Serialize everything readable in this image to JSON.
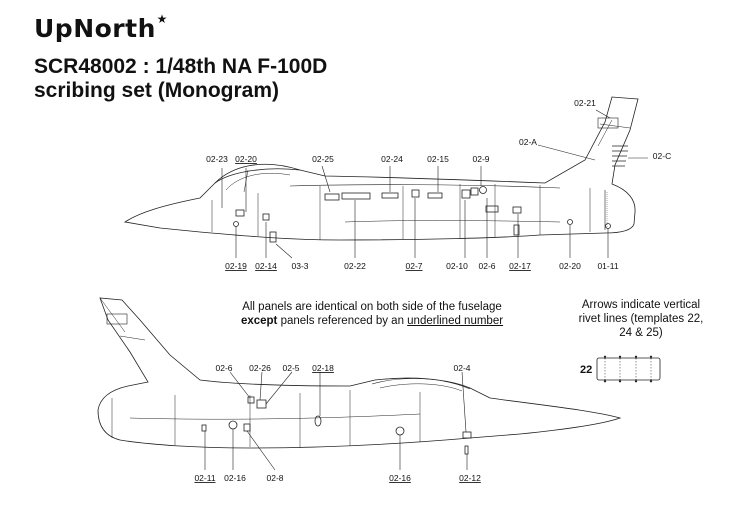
{
  "brand": {
    "name": "UpNorth",
    "star": "★"
  },
  "title": {
    "line1": "SCR48002 : 1/48th NA F-100D",
    "line2": "scribing set (Monogram)"
  },
  "note": {
    "line1": "All panels are identical on both side of the fuselage",
    "except": "except",
    "rest": " panels referenced by an ",
    "underlined": "underlined number"
  },
  "arrows_note": {
    "line1": "Arrows indicate vertical",
    "line2": "rivet lines (templates 22,",
    "line3": "24 & 25)"
  },
  "template_22_label": "22",
  "top_labels_above": [
    {
      "text": "02-21",
      "underline": false
    },
    {
      "text": "02-A",
      "underline": false
    },
    {
      "text": "02-C",
      "underline": false
    },
    {
      "text": "02-23",
      "underline": false
    },
    {
      "text": "02-20",
      "underline": true
    },
    {
      "text": "02-25",
      "underline": false
    },
    {
      "text": "02-24",
      "underline": false
    },
    {
      "text": "02-15",
      "underline": false
    },
    {
      "text": "02-9",
      "underline": false
    }
  ],
  "top_labels_below": [
    {
      "text": "02-19",
      "underline": true
    },
    {
      "text": "02-14",
      "underline": true
    },
    {
      "text": "03-3",
      "underline": false
    },
    {
      "text": "02-22",
      "underline": false
    },
    {
      "text": "02-7",
      "underline": true
    },
    {
      "text": "02-10",
      "underline": false
    },
    {
      "text": "02-6",
      "underline": false
    },
    {
      "text": "02-17",
      "underline": true
    },
    {
      "text": "02-20",
      "underline": false
    },
    {
      "text": "01-11",
      "underline": false
    }
  ],
  "bottom_labels_above": [
    {
      "text": "02-6",
      "underline": false
    },
    {
      "text": "02-26",
      "underline": false
    },
    {
      "text": "02-5",
      "underline": false
    },
    {
      "text": "02-18",
      "underline": true
    },
    {
      "text": "02-4",
      "underline": false
    }
  ],
  "bottom_labels_below": [
    {
      "text": "02-11",
      "underline": true
    },
    {
      "text": "02-16",
      "underline": false
    },
    {
      "text": "02-8",
      "underline": false
    },
    {
      "text": "02-16",
      "underline": true
    },
    {
      "text": "02-12",
      "underline": true
    }
  ]
}
